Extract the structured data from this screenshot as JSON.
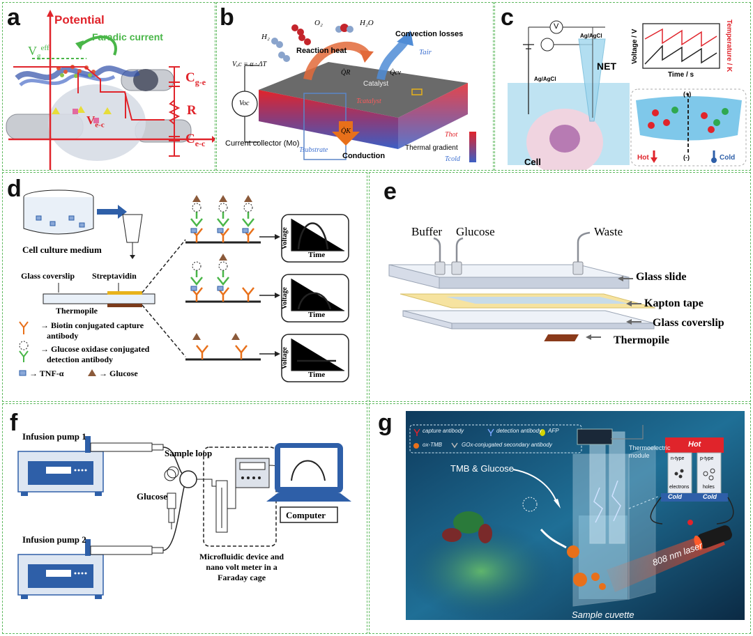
{
  "panels": {
    "a": {
      "label": "a",
      "potential": "Potential",
      "vg_eff": "V",
      "vg_eff_sub": "g",
      "vg_eff_sup": "eff",
      "faradic": "Faradic current",
      "vec": "V",
      "vec_sub": "e-c",
      "cge": "C",
      "cge_sub": "g-e",
      "r": "R",
      "cec": "C",
      "cec_sub": "e-c"
    },
    "b": {
      "label": "b",
      "h2": "H₂",
      "o2": "O₂",
      "h2o": "H₂O",
      "reaction_heat": "Reaction heat",
      "convection": "Convection losses",
      "voc_eq": "Vₒᴄ = α · ΔT",
      "qr": "Q̇R",
      "qcv": "Q̇cv",
      "tair": "Tair",
      "catalyst": "Catalyst",
      "tcatalyst": "Tcatalyst",
      "voc": "Voc",
      "qk": "Q̇K",
      "current_collector": "Current collector (Mo)",
      "tsubstrate": "Tsubstrate",
      "conduction": "Conduction",
      "thot": "Thot",
      "thermal_gradient": "Thermal gradient",
      "tcold": "Tcold"
    },
    "c": {
      "label": "c",
      "v": "V",
      "agcl1": "Ag/AgCl",
      "agcl2": "Ag/AgCl",
      "net": "NET",
      "cell": "Cell",
      "voltage_axis": "Voltage / V",
      "temp_axis": "Temperature / K",
      "time_axis": "Time / s",
      "plus": "(+)",
      "minus": "(-)",
      "hot": "Hot",
      "cold": "Cold"
    },
    "d": {
      "label": "d",
      "cell_culture": "Cell culture medium",
      "glass_coverslip": "Glass coverslip",
      "streptavidin": "Streptavidin",
      "thermopile": "Thermopile",
      "legend_capture": "Biotin conjugated capture antibody",
      "legend_capture_1": "Biotin conjugated capture",
      "legend_capture_2": "antibody",
      "legend_detect_1": "Glucose oxidase conjugated",
      "legend_detect_2": "detection antibody",
      "legend_tnf": "TNF-α",
      "legend_glucose": "Glucose",
      "voltage": "Voltage",
      "time": "Time"
    },
    "e": {
      "label": "e",
      "buffer": "Buffer",
      "glucose": "Glucose",
      "waste": "Waste",
      "glass_slide": "Glass slide",
      "kapton": "Kapton tape",
      "coverslip": "Glass coverslip",
      "thermopile": "Thermopile"
    },
    "f": {
      "label": "f",
      "pump1": "Infusion pump 1",
      "pump2": "Infusion pump 2",
      "sample_loop": "Sample loop",
      "glucose": "Glucose",
      "computer": "Computer",
      "cage_1": "Microfluidic device and",
      "cage_2": "nano volt meter in a",
      "cage_3": "Faraday cage"
    },
    "g": {
      "label": "g",
      "capture": "capture antibody",
      "detection": "detection antibody",
      "afp": "AFP",
      "oxtmb": "ox-TMB",
      "gox": "GOx-conjugated secondary antibody",
      "tmb_glucose": "TMB & Glucose",
      "thermo_module": "Thermoelectric module",
      "thermo_1": "Thermoelectric",
      "thermo_2": "module",
      "hot": "Hot",
      "ntype": "n-type",
      "ptype": "p-type",
      "electrons": "electrons",
      "holes": "holes",
      "cold1": "Cold",
      "cold2": "Cold",
      "laser": "808 nm laser",
      "cuvette": "Sample cuvette"
    }
  },
  "colors": {
    "panel_border": "#5cb85c",
    "red": "#e0242b",
    "green": "#49b648",
    "blue": "#2e5fa8",
    "orange": "#e8701a"
  }
}
